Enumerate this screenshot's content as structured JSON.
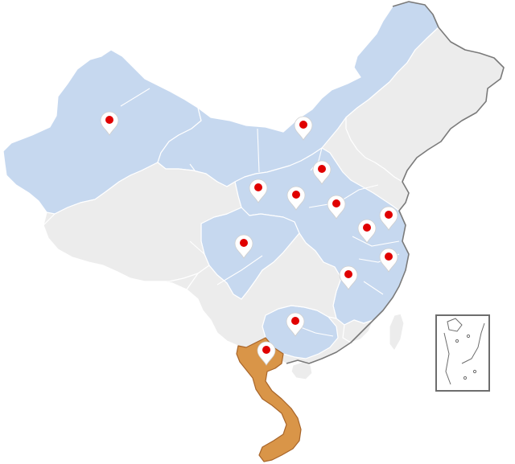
{
  "map": {
    "colors": {
      "grey": "#ececec",
      "blue": "#c6d8ef",
      "orange": "#d99548",
      "pin": "#e00000"
    },
    "highlighted_regions": "blue",
    "focus_region": "orange",
    "markers": [
      {
        "name": "marker-xinjiang",
        "icon": "map-pin-icon"
      },
      {
        "name": "marker-inner-mongolia",
        "icon": "map-pin-icon"
      },
      {
        "name": "marker-hebei",
        "icon": "map-pin-icon"
      },
      {
        "name": "marker-shaanxi",
        "icon": "map-pin-icon"
      },
      {
        "name": "marker-henan",
        "icon": "map-pin-icon"
      },
      {
        "name": "marker-shandong",
        "icon": "map-pin-icon"
      },
      {
        "name": "marker-jiangsu",
        "icon": "map-pin-icon"
      },
      {
        "name": "marker-anhui",
        "icon": "map-pin-icon"
      },
      {
        "name": "marker-zhejiang",
        "icon": "map-pin-icon"
      },
      {
        "name": "marker-sichuan",
        "icon": "map-pin-icon"
      },
      {
        "name": "marker-jiangxi",
        "icon": "map-pin-icon"
      },
      {
        "name": "marker-guangxi",
        "icon": "map-pin-icon"
      },
      {
        "name": "marker-vietnam",
        "icon": "map-pin-icon"
      }
    ],
    "inset": {
      "icon": "south-china-sea-inset-icon"
    }
  }
}
